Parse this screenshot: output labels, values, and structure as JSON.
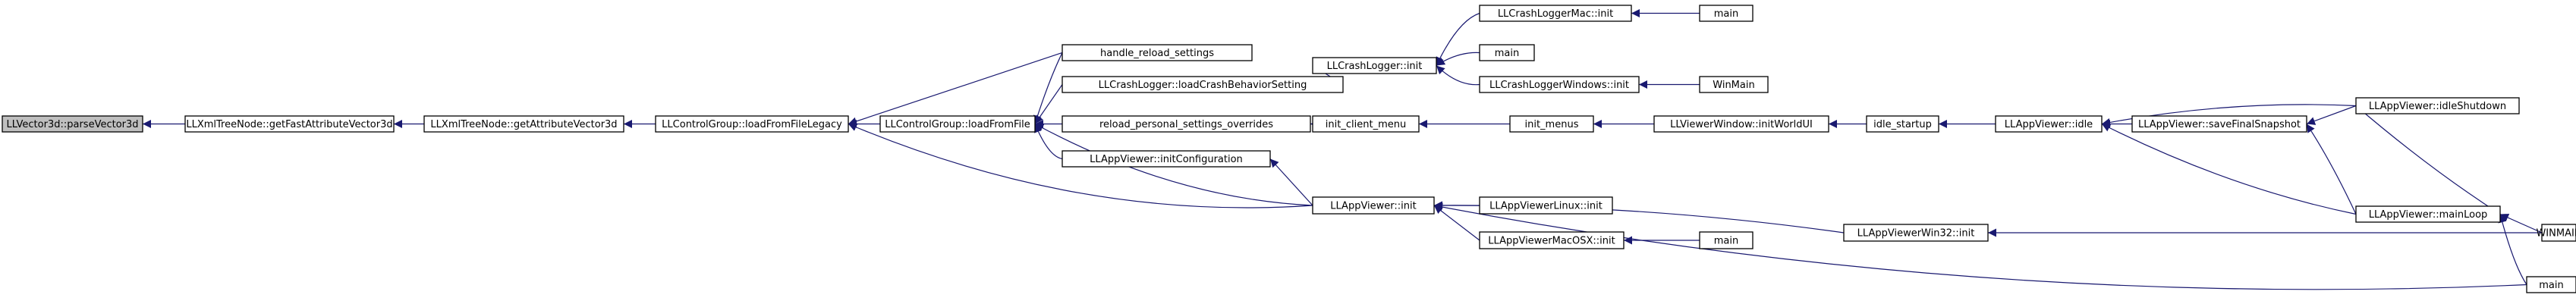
{
  "graph": {
    "colors": {
      "node_fill": "#ffffff",
      "focus_fill": "#bfbfbf",
      "node_border": "#000000",
      "edge": "#191970"
    },
    "nodes": [
      {
        "id": "n0",
        "label": "LLVector3d::parseVector3d",
        "focus": true
      },
      {
        "id": "n1",
        "label": "LLXmlTreeNode::getFastAttributeVector3d"
      },
      {
        "id": "n2",
        "label": "LLXmlTreeNode::getAttributeVector3d"
      },
      {
        "id": "n3",
        "label": "LLControlGroup::loadFromFileLegacy"
      },
      {
        "id": "n4",
        "label": "LLControlGroup::loadFromFile"
      },
      {
        "id": "n5",
        "label": "handle_reload_settings"
      },
      {
        "id": "n6",
        "label": "LLCrashLogger::loadCrashBehaviorSetting"
      },
      {
        "id": "n7",
        "label": "reload_personal_settings_overrides"
      },
      {
        "id": "n8",
        "label": "LLAppViewer::initConfiguration"
      },
      {
        "id": "n9",
        "label": "LLCrashLogger::init"
      },
      {
        "id": "n10",
        "label": "LLCrashLoggerMac::init"
      },
      {
        "id": "n11",
        "label": "main"
      },
      {
        "id": "n12",
        "label": "main"
      },
      {
        "id": "n13",
        "label": "LLCrashLoggerWindows::init"
      },
      {
        "id": "n14",
        "label": "WinMain"
      },
      {
        "id": "n15",
        "label": "init_client_menu"
      },
      {
        "id": "n16",
        "label": "init_menus"
      },
      {
        "id": "n17",
        "label": "LLViewerWindow::initWorldUI"
      },
      {
        "id": "n18",
        "label": "idle_startup"
      },
      {
        "id": "n19",
        "label": "LLAppViewer::idle"
      },
      {
        "id": "n20",
        "label": "LLAppViewer::saveFinalSnapshot"
      },
      {
        "id": "n21",
        "label": "LLAppViewer::idleShutdown"
      },
      {
        "id": "n22",
        "label": "LLAppViewer::mainLoop"
      },
      {
        "id": "n23",
        "label": "WINMAIN"
      },
      {
        "id": "n24",
        "label": "LLAppViewer::init"
      },
      {
        "id": "n25",
        "label": "LLAppViewerWin32::init"
      },
      {
        "id": "n26",
        "label": "LLAppViewerLinux::init"
      },
      {
        "id": "n27",
        "label": "LLAppViewerMacOSX::init"
      },
      {
        "id": "n28",
        "label": "main"
      },
      {
        "id": "n29",
        "label": "main"
      }
    ],
    "edges": [
      {
        "from": "n1",
        "to": "n0"
      },
      {
        "from": "n2",
        "to": "n1"
      },
      {
        "from": "n3",
        "to": "n2"
      },
      {
        "from": "n4",
        "to": "n3"
      },
      {
        "from": "n5",
        "to": "n3"
      },
      {
        "from": "n24",
        "to": "n3"
      },
      {
        "from": "n5",
        "to": "n4"
      },
      {
        "from": "n6",
        "to": "n4"
      },
      {
        "from": "n7",
        "to": "n4"
      },
      {
        "from": "n8",
        "to": "n4"
      },
      {
        "from": "n24",
        "to": "n4"
      },
      {
        "from": "n9",
        "to": "n6"
      },
      {
        "from": "n10",
        "to": "n9"
      },
      {
        "from": "n12",
        "to": "n9"
      },
      {
        "from": "n13",
        "to": "n9"
      },
      {
        "from": "n11",
        "to": "n10"
      },
      {
        "from": "n14",
        "to": "n13"
      },
      {
        "from": "n15",
        "to": "n7"
      },
      {
        "from": "n16",
        "to": "n15"
      },
      {
        "from": "n17",
        "to": "n16"
      },
      {
        "from": "n18",
        "to": "n17"
      },
      {
        "from": "n19",
        "to": "n18"
      },
      {
        "from": "n20",
        "to": "n19"
      },
      {
        "from": "n21",
        "to": "n19"
      },
      {
        "from": "n22",
        "to": "n19"
      },
      {
        "from": "n21",
        "to": "n20"
      },
      {
        "from": "n22",
        "to": "n20"
      },
      {
        "from": "n22",
        "to": "n21"
      },
      {
        "from": "n23",
        "to": "n22"
      },
      {
        "from": "n29",
        "to": "n22"
      },
      {
        "from": "n24",
        "to": "n8"
      },
      {
        "from": "n25",
        "to": "n24"
      },
      {
        "from": "n26",
        "to": "n24"
      },
      {
        "from": "n27",
        "to": "n24"
      },
      {
        "from": "n29",
        "to": "n24"
      },
      {
        "from": "n28",
        "to": "n27"
      },
      {
        "from": "n23",
        "to": "n25"
      }
    ]
  }
}
